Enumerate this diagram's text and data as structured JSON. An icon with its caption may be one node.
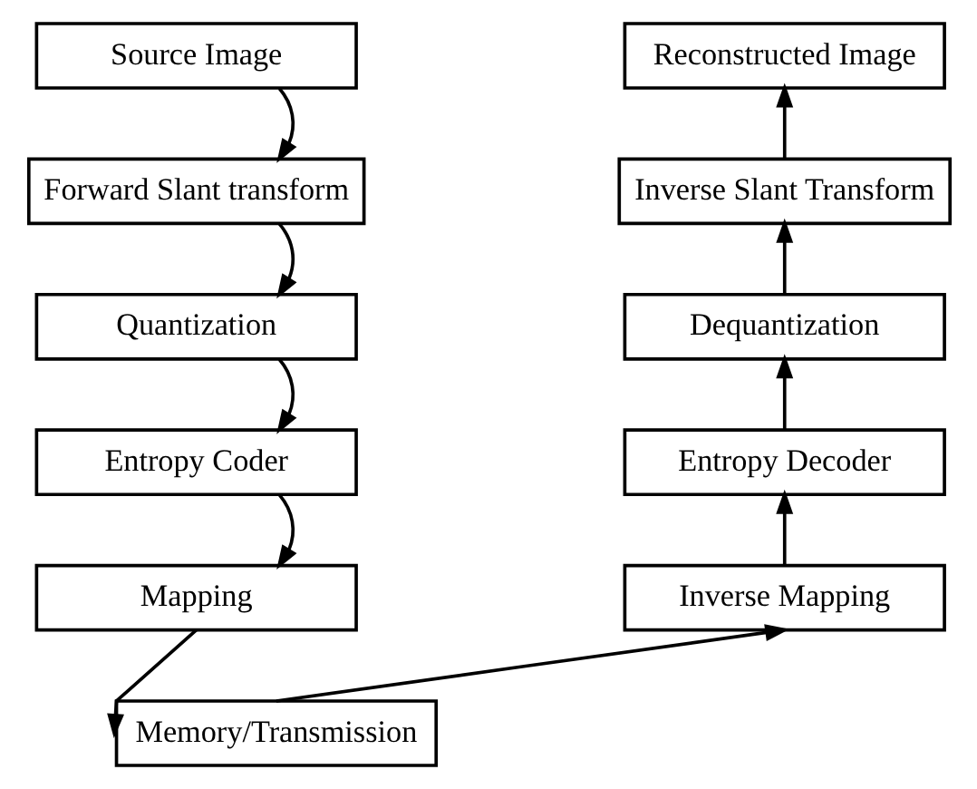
{
  "diagram": {
    "nodes": [
      {
        "text": [
          "Source Image"
        ]
      },
      {
        "text": [
          "Forward Slant transform"
        ]
      },
      {
        "text": [
          "Quantization"
        ]
      },
      {
        "text": [
          "Entropy Coder"
        ]
      },
      {
        "text": [
          "Mapping"
        ]
      },
      {
        "text": [
          "Memory/Transmission"
        ]
      },
      {
        "text": [
          "Inverse Mapping"
        ]
      },
      {
        "text": [
          "Entropy Decoder"
        ]
      },
      {
        "text": [
          "Dequantization"
        ]
      },
      {
        "text": [
          "Inverse Slant Transform"
        ]
      },
      {
        "text": [
          "Reconstructed Image"
        ]
      }
    ],
    "edges": [
      {
        "from": 0,
        "to": 1,
        "arrow": "to"
      },
      {
        "from": 1,
        "to": 2,
        "arrow": "to"
      },
      {
        "from": 2,
        "to": 3,
        "arrow": "to"
      },
      {
        "from": 3,
        "to": 4,
        "arrow": "to"
      },
      {
        "from": 4,
        "to": 5,
        "arrow": "to"
      },
      {
        "from": 5,
        "to": 6,
        "arrow": "to"
      },
      {
        "from": 6,
        "to": 7,
        "arrow": "to"
      },
      {
        "from": 7,
        "to": 8,
        "arrow": "to"
      },
      {
        "from": 8,
        "to": 9,
        "arrow": "to"
      },
      {
        "from": 9,
        "to": 10,
        "arrow": "to"
      }
    ]
  }
}
